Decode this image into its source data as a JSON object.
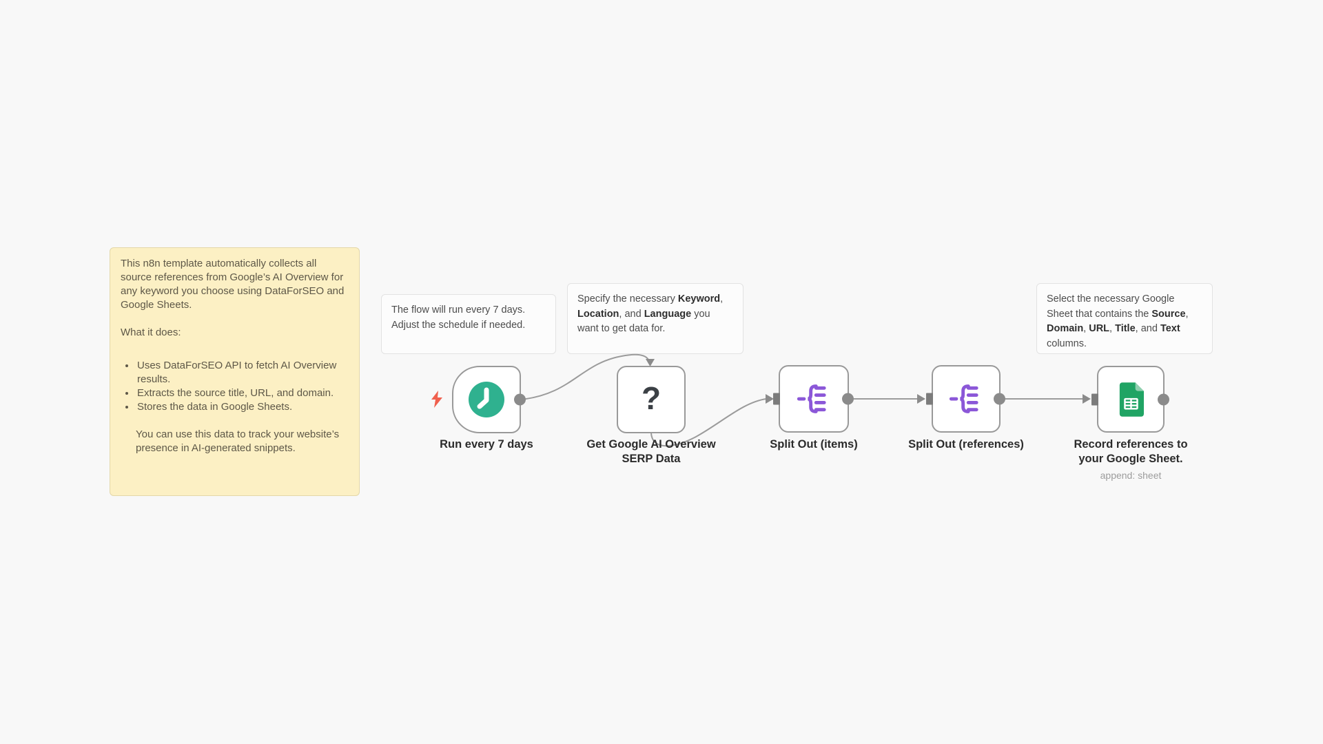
{
  "app": "n8n-workflow-canvas",
  "colors": {
    "canvas_bg": "#F8F8F8",
    "sticky_yellow_bg": "#FCF0C4",
    "sticky_yellow_border": "#E3D7A8",
    "note_white_bg": "#FCFCFC",
    "node_border": "#999999",
    "wire_gray": "#9B9B9B",
    "schedule_icon_teal": "#2FB18F",
    "split_icon_purple": "#8B57D8",
    "sheets_icon_green": "#20A464",
    "sheets_icon_fold": "#8FD0AF",
    "trigger_bolt_coral": "#F0604E"
  },
  "sticky_note": {
    "intro": "This n8n template automatically collects all source references from Google’s AI Overview for any keyword you choose using DataForSEO and Google Sheets.",
    "heading": "What it does:",
    "bullets": [
      "Uses DataForSEO API to fetch AI Overview results.",
      "Extracts the source title, URL, and domain.",
      "Stores the data in Google Sheets."
    ],
    "footer": "You can use this data to track your website’s presence in AI-generated snippets."
  },
  "notes": {
    "schedule": {
      "text": "The flow will run every 7 days. Adjust the schedule if needed."
    },
    "serp": {
      "parts": {
        "0": "Specify the necessary ",
        "1": "Keyword",
        "2": ", ",
        "3": "Location",
        "4": ", and ",
        "5": "Language",
        "6": " you want to get data for."
      }
    },
    "sheets": {
      "parts": {
        "0": "Select the necessary Google Sheet that contains the ",
        "1": "Source",
        "2": ", ",
        "3": "Domain",
        "4": ", ",
        "5": "URL",
        "6": ", ",
        "7": "Title",
        "8": ", and ",
        "9": "Text",
        "10": " columns."
      }
    }
  },
  "nodes": {
    "schedule": {
      "label": "Run every 7 days",
      "icon": "clock"
    },
    "serp": {
      "label_line1": "Get Google AI Overview",
      "label_line2": "SERP Data",
      "icon_glyph": "?"
    },
    "split_items": {
      "label": "Split Out (items)",
      "icon": "split-out"
    },
    "split_references": {
      "label": "Split Out (references)",
      "icon": "split-out"
    },
    "sheets": {
      "label_line1": "Record references to",
      "label_line2": "your Google Sheet.",
      "sublabel": "append: sheet",
      "icon": "google-sheets"
    }
  }
}
